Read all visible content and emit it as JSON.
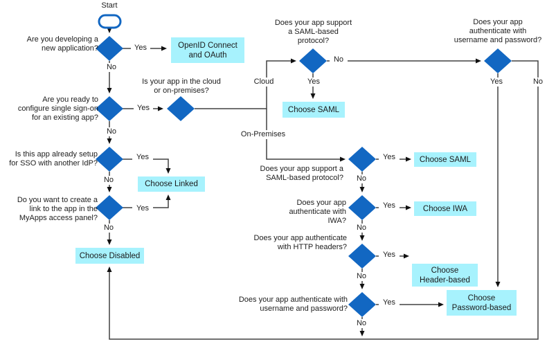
{
  "words": {
    "start": "Start",
    "yes": "Yes",
    "no": "No",
    "cloud": "Cloud",
    "on_premises": "On-Premises"
  },
  "questions": {
    "new_app": "Are you developing a\nnew application?",
    "ready_sso": "Are you ready to\nconfigure single sign-on\nfor an existing app?",
    "already_idp": "Is this app already setup\nfor SSO with another IdP?",
    "myapps_link": "Do you want to create a\nlink to the app in the\nMyApps access panel?",
    "cloud_or_onprem": "Is your app in the cloud\nor on-premises?",
    "saml_cloud": "Does your app support\na SAML-based\nprotocol?",
    "userpass_cloud": "Does your app\nauthenticate with\nusername and password?",
    "saml_onprem": "Does your app support a\nSAML-based protocol?",
    "iwa": "Does your app\nauthenticate with IWA?",
    "http_headers": "Does your app authenticate\nwith HTTP headers?",
    "userpass_onprem": "Does your app authenticate with\nusername and password?"
  },
  "outcomes": {
    "openid": "OpenID Connect\nand OAuth",
    "choose_saml_cloud": "Choose SAML",
    "choose_linked": "Choose Linked",
    "choose_disabled": "Choose Disabled",
    "choose_saml_onprem": "Choose SAML",
    "choose_iwa": "Choose IWA",
    "choose_header": "Choose\nHeader-based",
    "choose_password": "Choose\nPassword-based"
  },
  "colors": {
    "diamond": "#1267c2",
    "outcome_bg": "#a7f2fd",
    "line": "#404040",
    "oval_stroke": "#1267c2"
  }
}
